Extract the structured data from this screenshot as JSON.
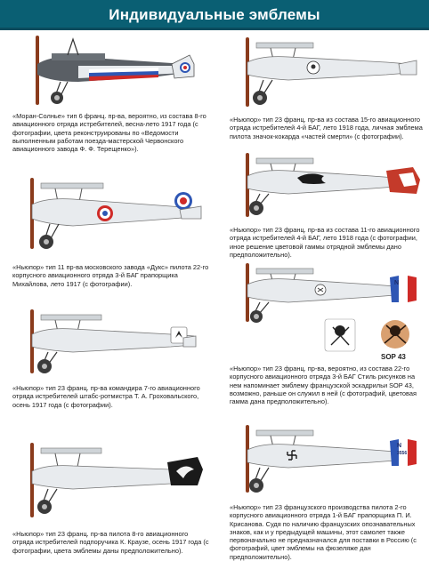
{
  "page": {
    "title": "Индивидуальные эмблемы"
  },
  "colors": {
    "title_bg": "#0a5f73",
    "fuselage_light": "#e8ebee",
    "fuselage_dark": "#5a5f65",
    "propeller": "#8a3b1c",
    "roundel_red": "#cf2a27",
    "roundel_blue": "#2e56b4",
    "rudder_red": "#c43a2a"
  },
  "aircraft": [
    {
      "id": "morane",
      "caption": "«Моран-Солнье» тип 6 франц. пр-ва, вероятно, из состава 8-го авиационного отряда истребителей, весна-лето 1917 года (с фотографии, цвета реконструированы по «Ведомости выполненным работам поезда-мастерской Червонского авиационного завода Ф. Ф. Терещенко»)."
    },
    {
      "id": "nieuport-11",
      "caption": "«Ньюпор» тип 11 пр-ва московского завода «Дукс» пилота 22-го корпусного авиационного отряда 3-й БАГ прапорщика Михайлова, лето 1917 (с фотографии)."
    },
    {
      "id": "nieuport-23-7",
      "caption": "«Ньюпор» тип 23 франц. пр-ва командира 7-го авиационного отряда истребителей штабс-ротмистра Т. А. Гроховальского, осень 1917 года (с фотографии)."
    },
    {
      "id": "nieuport-23-8",
      "caption": "«Ньюпор» тип 23 франц. пр-ва пилота 8-го авиационного отряда истребителей подпоручика К. Краузе, осень 1917 года (с фотографии, цвета эмблемы даны предположительно)."
    },
    {
      "id": "nieuport-23-15",
      "caption": "«Ньюпор» тип 23 франц. пр-ва из состава 15-го авиационного отряда истребителей 4-й БАГ, лето 1918 года, личная эмблема пилота значок-кокарда «частей смерти» (с фотографии)."
    },
    {
      "id": "nieuport-23-11",
      "caption": "«Ньюпор» тип 23 франц. пр-ва из состава 11-го авиационного отряда истребителей 4-й БАГ, лето 1918 года (с фотографии, иное решение цветовой гаммы отрядной эмблемы дано предположительно)."
    },
    {
      "id": "nieuport-23-22",
      "caption": "«Ньюпор» тип 23 франц. пр-ва, вероятно, из состава 22-го корпусного авиационного отряда 3-й БАГ Стиль рисунков на нем напоминает эмблему французской эскадрильи SOP 43, возможно, раньше он служил в ней (с фотографий, цветовая гамма дана предположительно).",
      "emblem_label": "SOP 43"
    },
    {
      "id": "nieuport-23-french",
      "caption": "«Ньюпор» тип 23 французского производства пилота 2-го корпусного авиационного отряда 1-й БАГ прапорщика П. И. Крисанова. Судя по наличию французских опознавательных знаков, как и у предыдущей машины, этот самолет также первоначально не предназначался для поставки в Россию (с фотографий, цвет эмблемы на фюзеляже дан предположительно)."
    }
  ],
  "markings": {
    "rudder_letter": "N",
    "rudder_number": "3556"
  }
}
